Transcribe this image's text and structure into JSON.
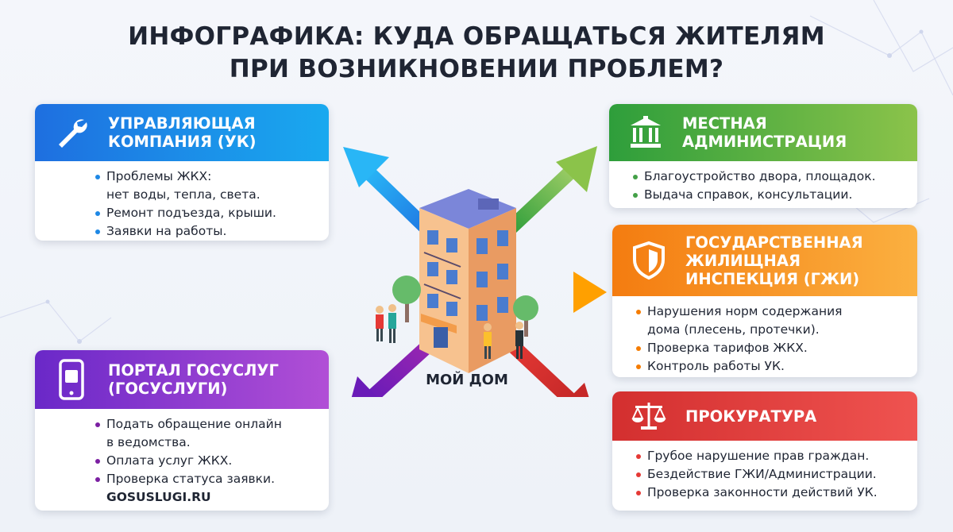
{
  "title": {
    "line1": "ИНФОГРАФИКА: КУДА ОБРАЩАТЬСЯ ЖИТЕЛЯМ",
    "line2": "ПРИ ВОЗНИКНОВЕНИИ ПРОБЛЕМ?"
  },
  "center": {
    "label": "МОЙ ДОМ"
  },
  "cards": {
    "uk": {
      "title_line1": "УПРАВЛЯЮЩАЯ",
      "title_line2": "КОМПАНИЯ (УК)",
      "icon": "wrench-icon",
      "color": "#1e88e5",
      "item1_line1": "Проблемы ЖКХ:",
      "item1_line2": "нет воды, тепла, света.",
      "item2": "Ремонт подъезда, крыши.",
      "item3": "Заявки на работы."
    },
    "admin": {
      "title_line1": "МЕСТНАЯ",
      "title_line2": "АДМИНИСТРАЦИЯ",
      "icon": "government-building-icon",
      "color": "#43a047",
      "item1": "Благоустройство двора, площадок.",
      "item2": "Выдача справок, консультации."
    },
    "gji": {
      "title_line1": "ГОСУДАРСТВЕННАЯ",
      "title_line2": "ЖИЛИЩНАЯ",
      "title_line3": "ИНСПЕКЦИЯ (ГЖИ)",
      "icon": "shield-icon",
      "color": "#f57c00",
      "item1_line1": "Нарушения норм содержания",
      "item1_line2": "дома (плесень, протечки).",
      "item2": "Проверка тарифов ЖКХ.",
      "item3": "Контроль работы УК."
    },
    "gosuslugi": {
      "title_line1": "ПОРТАЛ ГОСУСЛУГ",
      "title_line2": "(ГОСУСЛУГИ)",
      "icon": "smartphone-icon",
      "color": "#7b1fa2",
      "item1_line1": "Подать обращение онлайн",
      "item1_line2": "в ведомства.",
      "item2": "Оплата услуг ЖКХ.",
      "item3": "Проверка статуса заявки.",
      "site": "GOSUSLUGI.RU"
    },
    "prosecutor": {
      "title_line1": "ПРОКУРАТУРА",
      "icon": "scales-icon",
      "color": "#e53935",
      "item1": "Грубое нарушение прав граждан.",
      "item2": "Бездействие ГЖИ/Администрации.",
      "item3": "Проверка законности действий УК."
    }
  }
}
